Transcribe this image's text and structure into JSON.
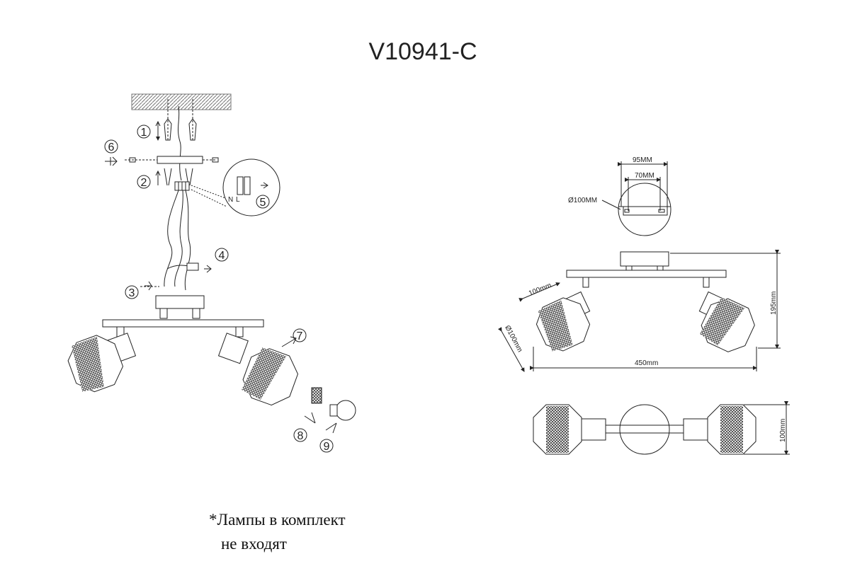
{
  "title": "V10941-C",
  "steps": [
    "1",
    "2",
    "3",
    "4",
    "5",
    "6",
    "7",
    "8",
    "9"
  ],
  "wiring": {
    "neutral": "N",
    "live": "L"
  },
  "dimensions": {
    "plate_width": "95MM",
    "hole_spacing": "70MM",
    "canopy_diameter": "Ø100MM",
    "shade_depth": "100mm",
    "shade_diameter": "Ø100mm",
    "total_height": "195mm",
    "total_width": "450mm",
    "top_view_height": "100mm"
  },
  "note": {
    "line1": "*Лампы в комплект",
    "line2": "не входят"
  },
  "colors": {
    "line": "#222222",
    "mesh": "#333333",
    "ceiling": "#888888"
  }
}
